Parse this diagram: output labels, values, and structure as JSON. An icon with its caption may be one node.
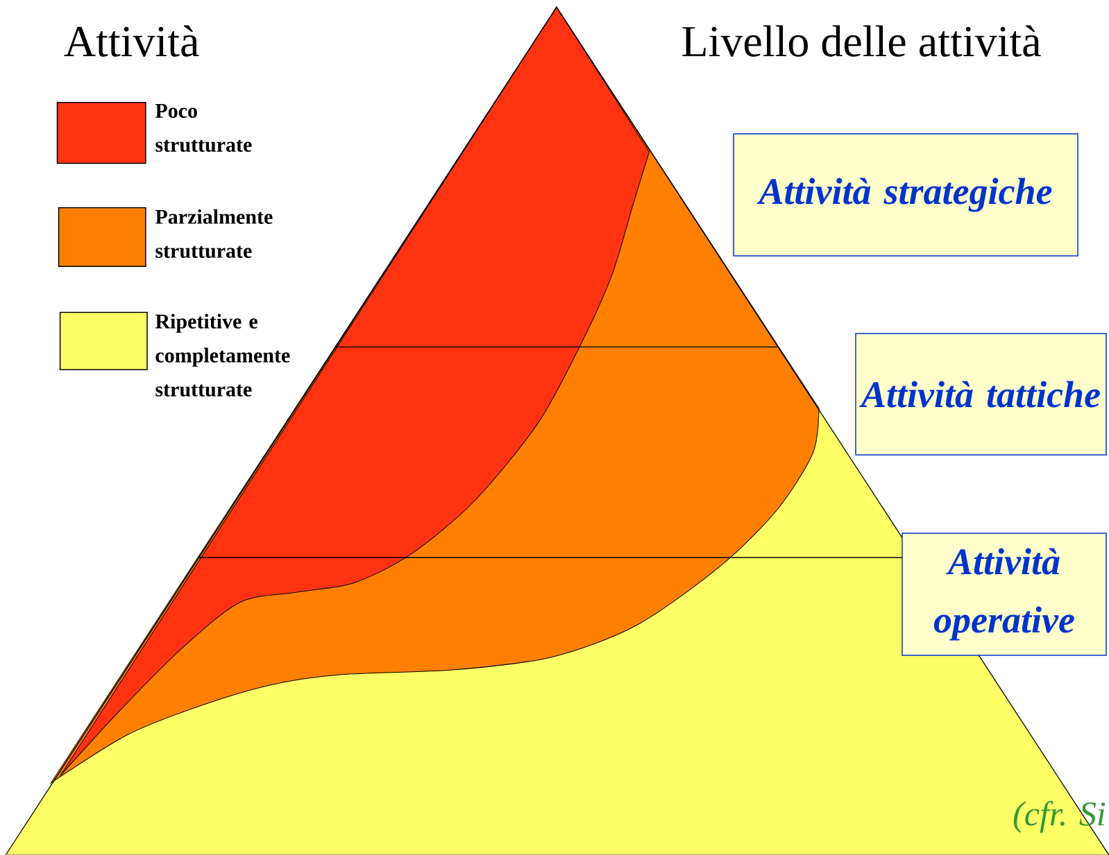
{
  "diagram": {
    "nodes": [
      {
        "text": [
          "Attività strategiche"
        ]
      },
      {
        "text": [
          "Attività tattiche"
        ]
      },
      {
        "text": [
          "Attività operative"
        ]
      }
    ],
    "labels": [
      "Attività",
      "Livello delle attività",
      "(cfr. Si"
    ],
    "legend": [
      {
        "text": "Poco strutturate",
        "color": "#ff3311"
      },
      {
        "text": "Parzialmente strutturate",
        "color": "#ff8000"
      },
      {
        "text": "Ripetitive e completamente strutturate",
        "color": "#ffff66"
      }
    ]
  }
}
